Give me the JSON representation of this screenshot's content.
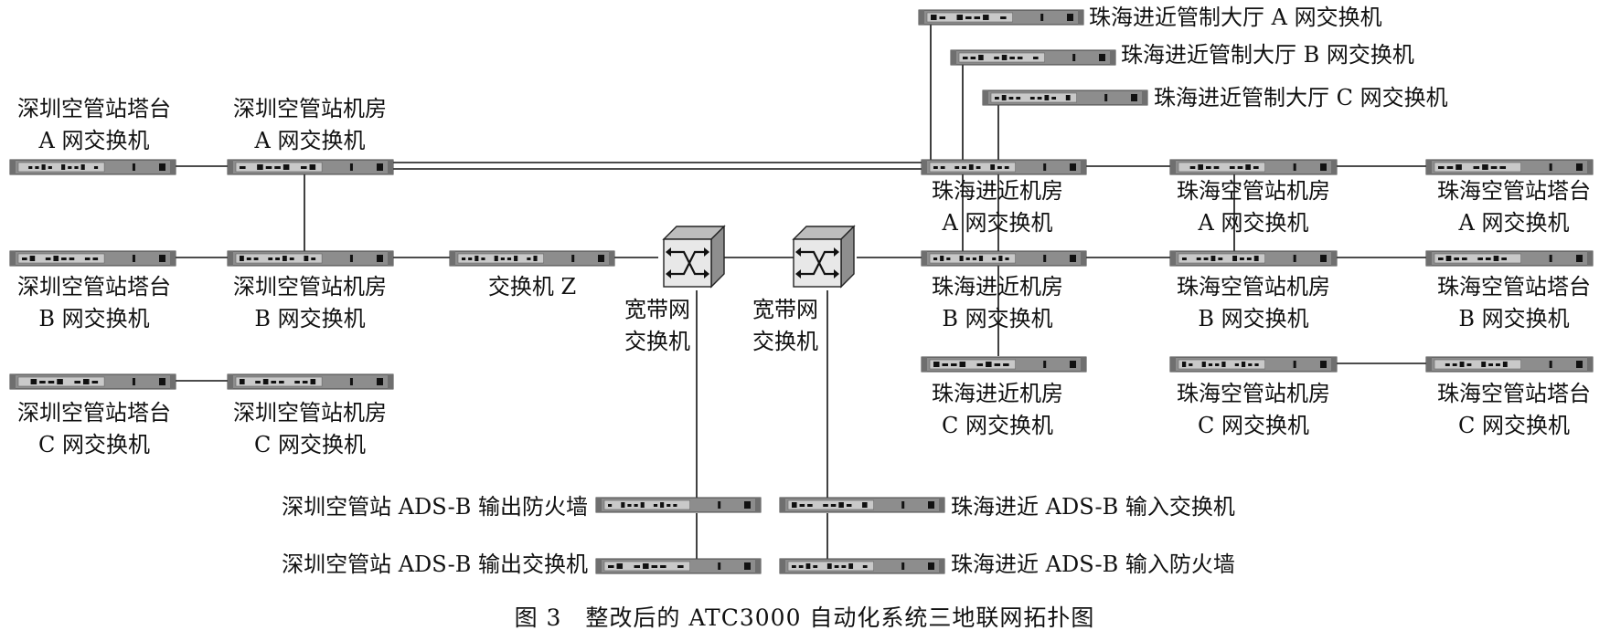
{
  "caption": "图 3　整改后的 ATC3000 自动化系统三地联网拓扑图",
  "devices": {
    "zh_hall_a": {
      "label": "珠海进近管制大厅 A 网交换机"
    },
    "zh_hall_b": {
      "label": "珠海进近管制大厅 B 网交换机"
    },
    "zh_hall_c": {
      "label": "珠海进近管制大厅 C 网交换机"
    },
    "sz_tower_a": {
      "line1": "深圳空管站塔台",
      "line2": "A 网交换机"
    },
    "sz_room_a": {
      "line1": "深圳空管站机房",
      "line2": "A 网交换机"
    },
    "sz_tower_b": {
      "line1": "深圳空管站塔台",
      "line2": "B 网交换机"
    },
    "sz_room_b": {
      "line1": "深圳空管站机房",
      "line2": "B 网交换机"
    },
    "sz_tower_c": {
      "line1": "深圳空管站塔台",
      "line2": "C 网交换机"
    },
    "sz_room_c": {
      "line1": "深圳空管站机房",
      "line2": "C 网交换机"
    },
    "switch_z": {
      "label": "交换机 Z"
    },
    "broadband_1": {
      "line1": "宽带网",
      "line2": "交换机"
    },
    "broadband_2": {
      "line1": "宽带网",
      "line2": "交换机"
    },
    "zh_app_room_a": {
      "line1": "珠海进近机房",
      "line2": "A 网交换机"
    },
    "zh_app_room_b": {
      "line1": "珠海进近机房",
      "line2": "B 网交换机"
    },
    "zh_app_room_c": {
      "line1": "珠海进近机房",
      "line2": "C 网交换机"
    },
    "zh_atc_room_a": {
      "line1": "珠海空管站机房",
      "line2": "A 网交换机"
    },
    "zh_atc_room_b": {
      "line1": "珠海空管站机房",
      "line2": "B 网交换机"
    },
    "zh_atc_room_c": {
      "line1": "珠海空管站机房",
      "line2": "C 网交换机"
    },
    "zh_tower_a": {
      "line1": "珠海空管站塔台",
      "line2": "A 网交换机"
    },
    "zh_tower_b": {
      "line1": "珠海空管站塔台",
      "line2": "B 网交换机"
    },
    "zh_tower_c": {
      "line1": "珠海空管站塔台",
      "line2": "C 网交换机"
    },
    "sz_adsb_fw": {
      "label": "深圳空管站 ADS-B 输出防火墙"
    },
    "sz_adsb_sw": {
      "label": "深圳空管站 ADS-B 输出交换机"
    },
    "zh_adsb_sw": {
      "label": "珠海进近 ADS-B 输入交换机"
    },
    "zh_adsb_fw": {
      "label": "珠海进近 ADS-B 输入防火墙"
    }
  }
}
